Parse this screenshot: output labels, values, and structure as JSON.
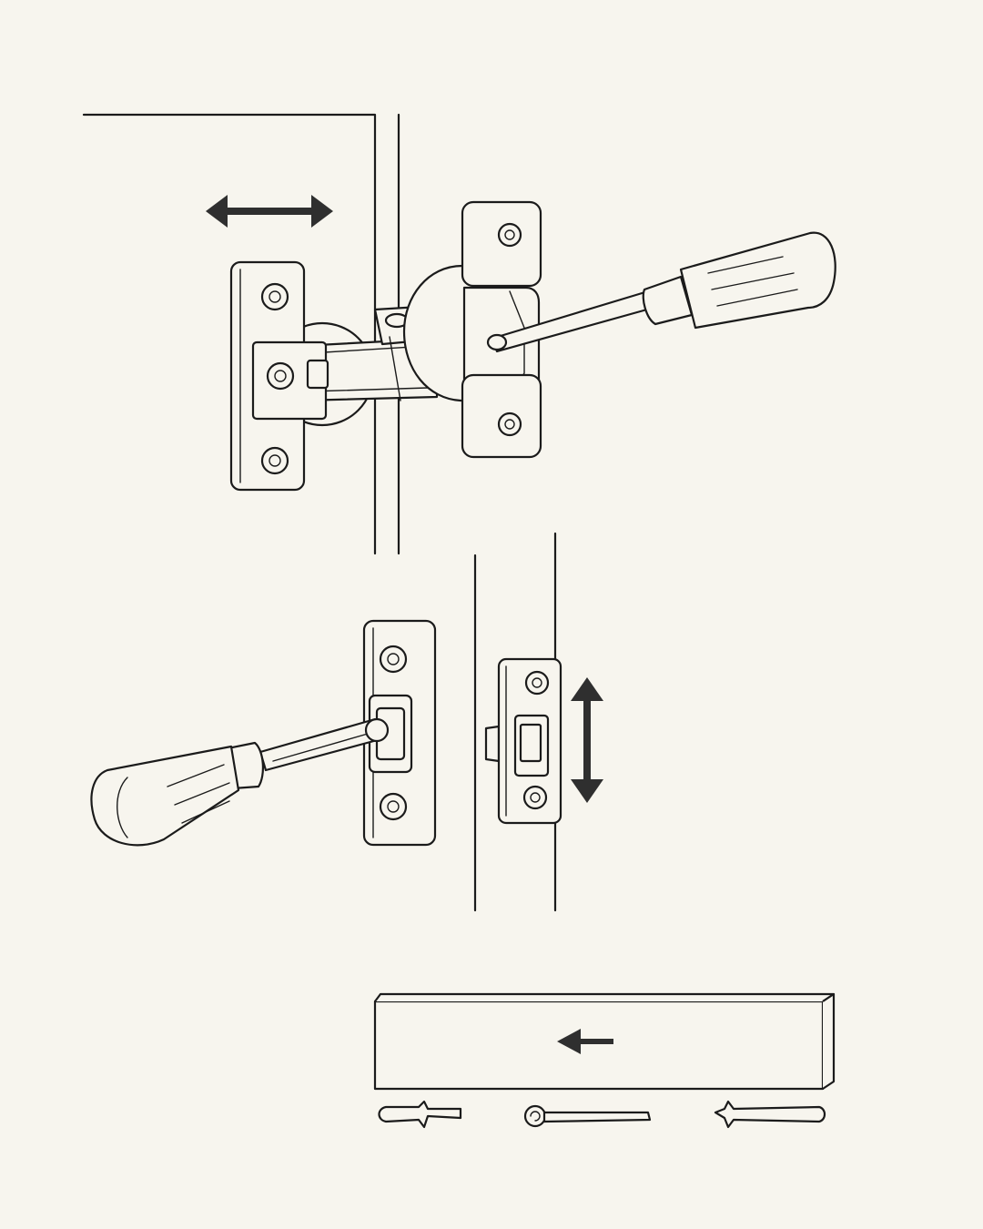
{
  "diagram": {
    "type": "line-illustration",
    "colors": {
      "background": "#f7f5ee",
      "ink": "#1b1b1b",
      "arrow": "#2f2f2f"
    },
    "panels": [
      {
        "id": "hinge-adjustment",
        "parts": [
          "door-edge",
          "hinge-plate-left",
          "hinge-arm",
          "hinge-cup-plate",
          "screwdriver-right"
        ],
        "arrow_direction": "horizontal-double"
      },
      {
        "id": "strike-plate-adjustment",
        "parts": [
          "latch-plate",
          "screwdriver-left",
          "door-frame",
          "strike-plate"
        ],
        "arrow_direction": "vertical-double"
      },
      {
        "id": "shim-board",
        "parts": [
          "wood-board",
          "tool-chisel",
          "tool-nail",
          "tool-awl"
        ],
        "arrow_direction": "left"
      }
    ]
  }
}
